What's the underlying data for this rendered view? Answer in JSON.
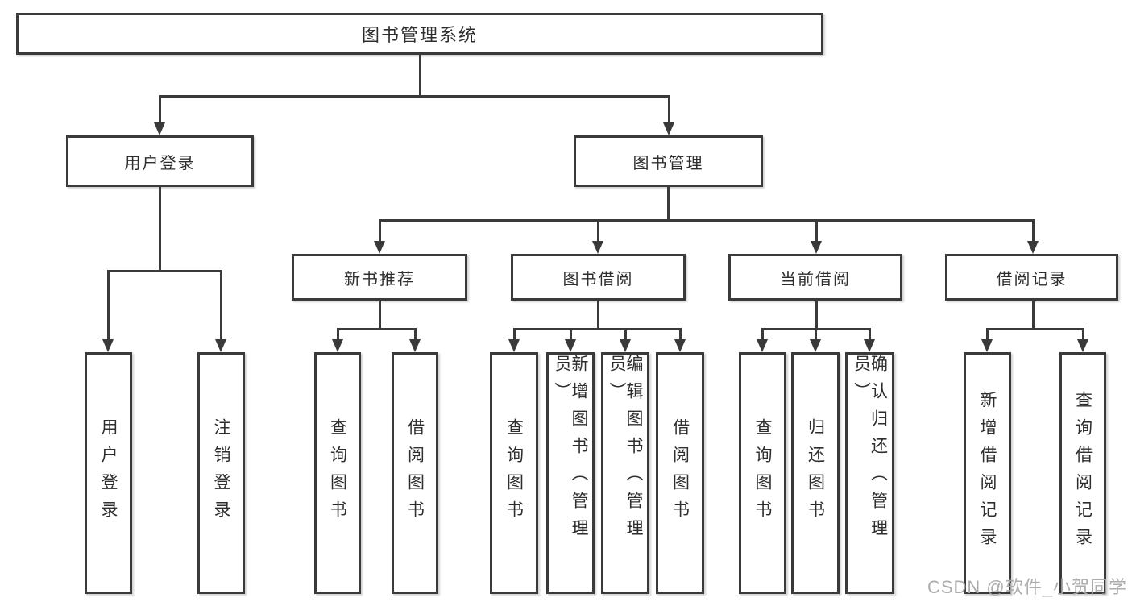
{
  "diagram": {
    "type": "tree",
    "root": {
      "label": "图书管理系统",
      "children": [
        {
          "label": "用户登录",
          "children": [
            {
              "label": "用户登录"
            },
            {
              "label": "注销登录"
            }
          ]
        },
        {
          "label": "图书管理",
          "children": [
            {
              "label": "新书推荐",
              "children": [
                {
                  "label": "查询图书"
                },
                {
                  "label": "借阅图书"
                }
              ]
            },
            {
              "label": "图书借阅",
              "children": [
                {
                  "label": "查询图书"
                },
                {
                  "label": "新增图书（管理员）"
                },
                {
                  "label": "编辑图书（管理员）"
                },
                {
                  "label": "借阅图书"
                }
              ]
            },
            {
              "label": "当前借阅",
              "children": [
                {
                  "label": "查询图书"
                },
                {
                  "label": "归还图书"
                },
                {
                  "label": "确认归还（管理员）"
                }
              ]
            },
            {
              "label": "借阅记录",
              "children": [
                {
                  "label": "新增借阅记录"
                },
                {
                  "label": "查询借阅记录"
                }
              ]
            }
          ]
        }
      ]
    }
  },
  "watermark": "CSDN @软件_小贺同学",
  "colors": {
    "line": "#3a3a3a",
    "box_border": "#3a3a3a",
    "text": "#2e2e2e",
    "watermark": "#a8a8a8",
    "background": "#ffffff"
  }
}
